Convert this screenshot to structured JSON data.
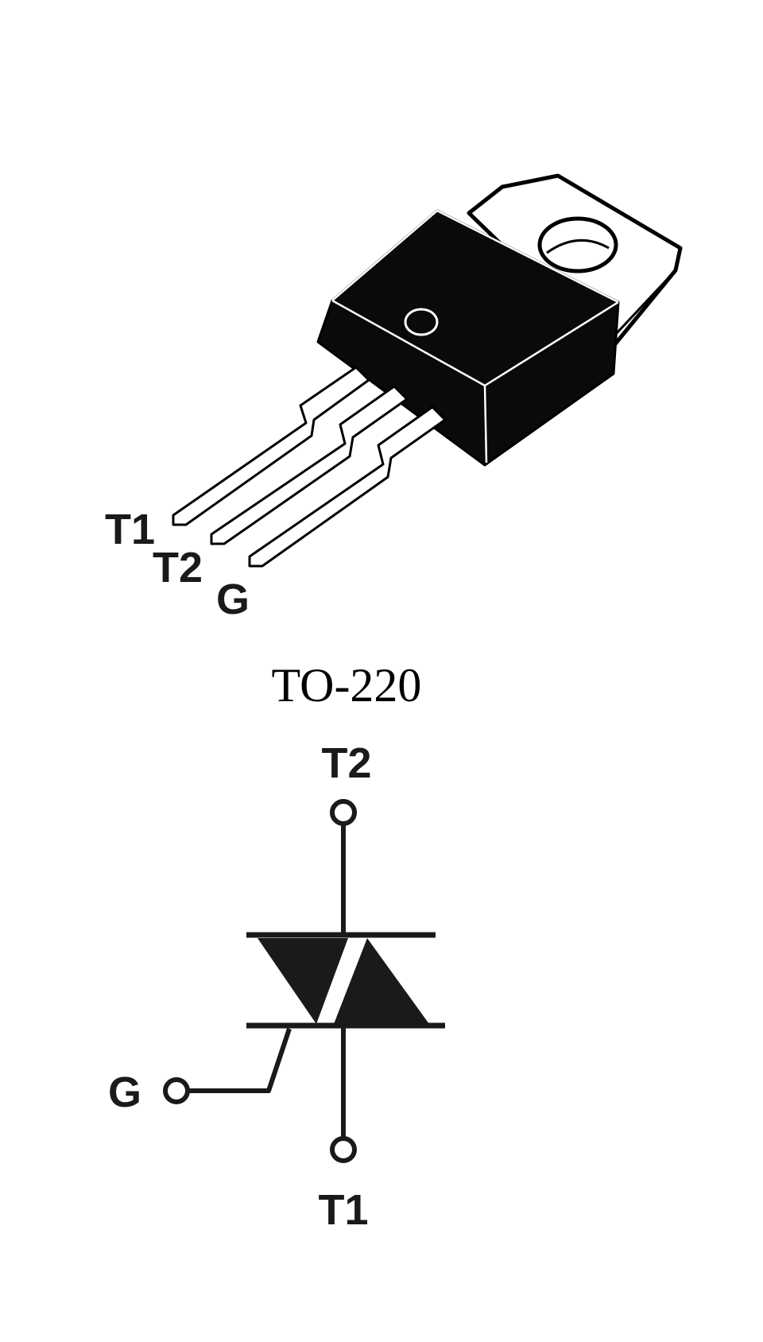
{
  "package": {
    "name": "TO-220",
    "pins": {
      "t1": "T1",
      "t2": "T2",
      "g": "G"
    }
  },
  "symbol": {
    "terminals": {
      "t2": "T2",
      "t1": "T1",
      "g": "G"
    }
  }
}
